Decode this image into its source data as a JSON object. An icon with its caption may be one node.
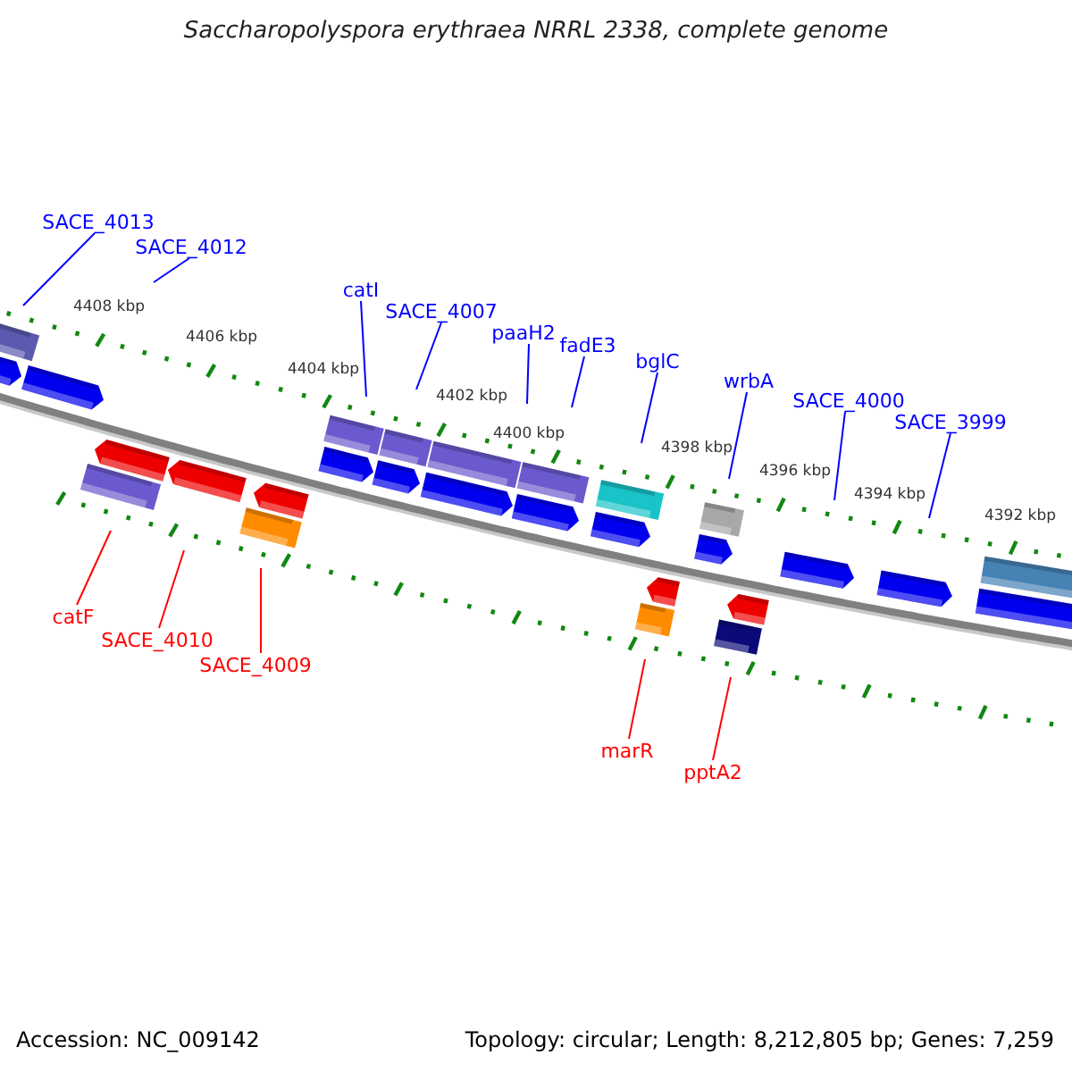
{
  "diagram": {
    "title": "Saccharopolyspora erythraea NRRL 2338, complete genome",
    "nodes": [
      {
        "text": [
          "SACE_4013"
        ]
      },
      {
        "text": [
          "SACE_4012"
        ]
      },
      {
        "text": [
          "catI"
        ]
      },
      {
        "text": [
          "SACE_4007"
        ]
      },
      {
        "text": [
          "paaH2"
        ]
      },
      {
        "text": [
          "fadE3"
        ]
      },
      {
        "text": [
          "bglC"
        ]
      },
      {
        "text": [
          "wrbA"
        ]
      },
      {
        "text": [
          "SACE_4000"
        ]
      },
      {
        "text": [
          "SACE_3999"
        ]
      },
      {
        "text": [
          "catF"
        ]
      },
      {
        "text": [
          "SACE_4010"
        ]
      },
      {
        "text": [
          "SACE_4009"
        ]
      },
      {
        "text": [
          "marR"
        ]
      },
      {
        "text": [
          "pptA2"
        ]
      }
    ],
    "edges": [
      {
        "from": 0,
        "to": null,
        "arrow": "none"
      },
      {
        "from": 1,
        "to": null,
        "arrow": "none"
      },
      {
        "from": 2,
        "to": null,
        "arrow": "none"
      },
      {
        "from": 3,
        "to": null,
        "arrow": "none"
      },
      {
        "from": 4,
        "to": null,
        "arrow": "none"
      },
      {
        "from": 5,
        "to": null,
        "arrow": "none"
      },
      {
        "from": 6,
        "to": null,
        "arrow": "none"
      },
      {
        "from": 7,
        "to": null,
        "arrow": "none"
      },
      {
        "from": 8,
        "to": null,
        "arrow": "none"
      },
      {
        "from": 9,
        "to": null,
        "arrow": "none"
      },
      {
        "from": 10,
        "to": null,
        "arrow": "none",
        "color": "#ff0000"
      },
      {
        "from": 11,
        "to": null,
        "arrow": "none",
        "color": "#ff0000"
      },
      {
        "from": 12,
        "to": null,
        "arrow": "none",
        "color": "#ff0000"
      },
      {
        "from": 13,
        "to": null,
        "arrow": "none",
        "color": "#ff0000"
      },
      {
        "from": 14,
        "to": null,
        "arrow": "none",
        "color": "#ff0000"
      }
    ],
    "labels": [
      "4408 kbp",
      "4406 kbp",
      "4404 kbp",
      "4402 kbp",
      "4400 kbp",
      "4398 kbp",
      "4396 kbp",
      "4394 kbp",
      "4392 kbp",
      "Accession: NC_009142",
      "Topology: circular; Length: 8,212,805 bp; Genes: 7,259"
    ]
  }
}
